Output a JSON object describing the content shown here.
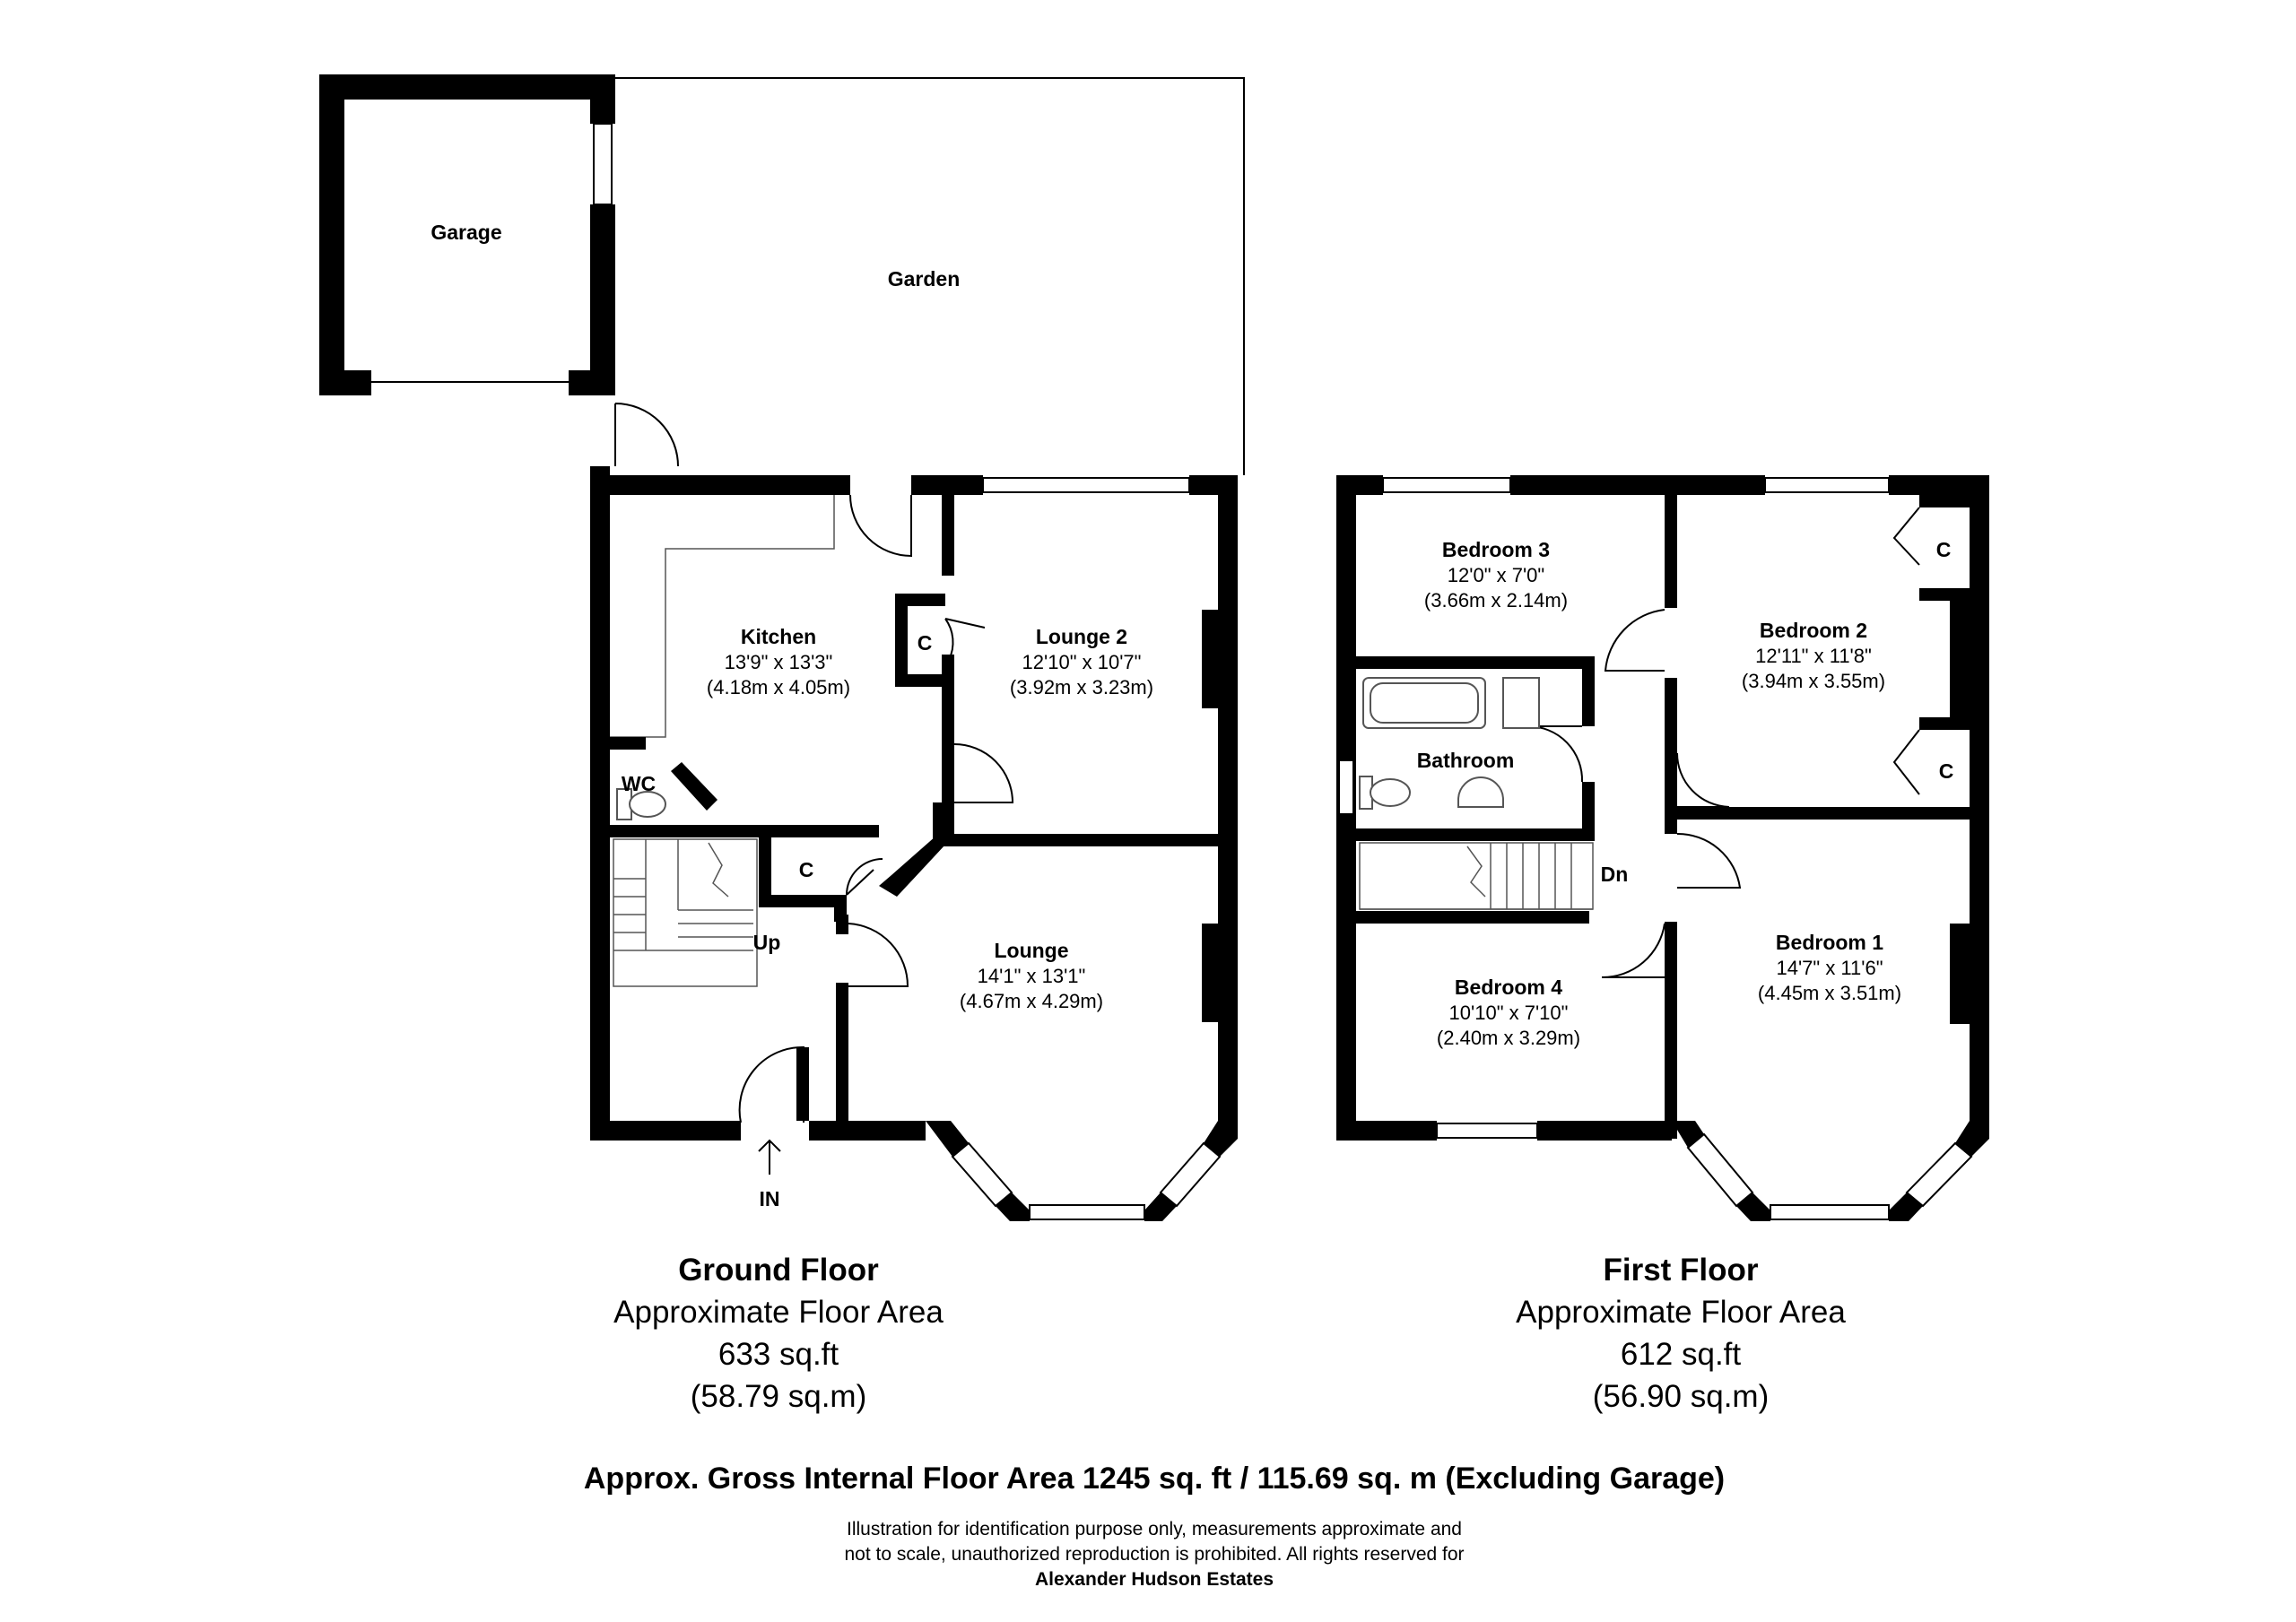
{
  "ground_floor": {
    "rooms": {
      "garage": {
        "name": "Garage"
      },
      "garden": {
        "name": "Garden"
      },
      "kitchen": {
        "name": "Kitchen",
        "imperial": "13'9\" x 13'3\"",
        "metric": "(4.18m x 4.05m)"
      },
      "lounge2": {
        "name": "Lounge 2",
        "imperial": "12'10\" x 10'7\"",
        "metric": "(3.92m x 3.23m)"
      },
      "lounge": {
        "name": "Lounge",
        "imperial": "14'1\" x 13'1\"",
        "metric": "(4.67m x 4.29m)"
      },
      "wc": {
        "name": "WC"
      },
      "cupboard1": {
        "name": "C"
      },
      "cupboard2": {
        "name": "C"
      }
    },
    "stairs_label": "Up",
    "entrance_label": "IN",
    "title": "Ground Floor",
    "area_label": "Approximate Floor Area",
    "area_sqft": "633 sq.ft",
    "area_sqm": "(58.79 sq.m)"
  },
  "first_floor": {
    "rooms": {
      "bedroom3": {
        "name": "Bedroom 3",
        "imperial": "12'0\" x 7'0\"",
        "metric": "(3.66m x 2.14m)"
      },
      "bedroom2": {
        "name": "Bedroom 2",
        "imperial": "12'11\" x 11'8\"",
        "metric": "(3.94m x 3.55m)"
      },
      "bathroom": {
        "name": "Bathroom"
      },
      "bedroom4": {
        "name": "Bedroom 4",
        "imperial": "10'10\" x 7'10\"",
        "metric": "(2.40m x 3.29m)"
      },
      "bedroom1": {
        "name": "Bedroom 1",
        "imperial": "14'7\" x 11'6\"",
        "metric": "(4.45m x 3.51m)"
      },
      "cupboard1": {
        "name": "C"
      },
      "cupboard2": {
        "name": "C"
      }
    },
    "stairs_label": "Dn",
    "title": "First Floor",
    "area_label": "Approximate Floor Area",
    "area_sqft": "612 sq.ft",
    "area_sqm": "(56.90 sq.m)"
  },
  "gross_area": "Approx. Gross Internal Floor Area 1245 sq. ft / 115.69 sq. m (Excluding Garage)",
  "disclaimer": {
    "line1": "Illustration for identification purpose only, measurements approximate and",
    "line2": "not to scale, unauthorized reproduction is prohibited. All rights reserved for",
    "line3": "Alexander Hudson Estates"
  }
}
